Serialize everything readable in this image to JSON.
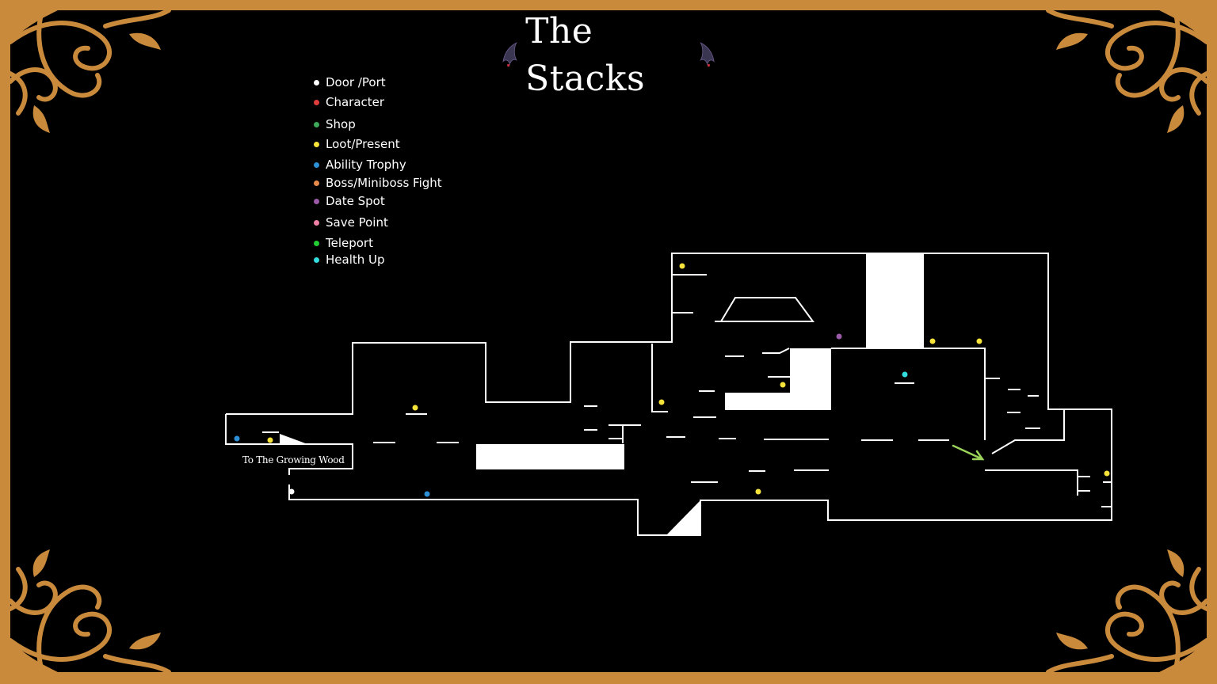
{
  "title": "The Stacks",
  "colors": {
    "frame": "#c98a3c",
    "background": "#000000",
    "walls": "#ffffff",
    "arrow": "#9bd35a"
  },
  "legend": [
    {
      "label": "Door /Port",
      "color": "#ffffff",
      "icon": "door-dot"
    },
    {
      "label": "Character",
      "color": "#e03c3c",
      "icon": "character-dot"
    },
    {
      "label": "Shop",
      "color": "#3caa5a",
      "icon": "shop-dot"
    },
    {
      "label": "Loot/Present",
      "color": "#f5e33a",
      "icon": "loot-dot"
    },
    {
      "label": "Ability Trophy",
      "color": "#2d8fd6",
      "icon": "ability-dot"
    },
    {
      "label": "Boss/Miniboss Fight",
      "color": "#e88a4a",
      "icon": "boss-dot"
    },
    {
      "label": "Date Spot",
      "color": "#9a5aa8",
      "icon": "date-dot"
    },
    {
      "label": "Save Point",
      "color": "#f080a8",
      "icon": "save-dot"
    },
    {
      "label": "Teleport",
      "color": "#22cc33",
      "icon": "teleport-dot"
    },
    {
      "label": "Health Up",
      "color": "#33dddd",
      "icon": "health-dot"
    }
  ],
  "map": {
    "exit_label": "To The Growing Wood"
  }
}
